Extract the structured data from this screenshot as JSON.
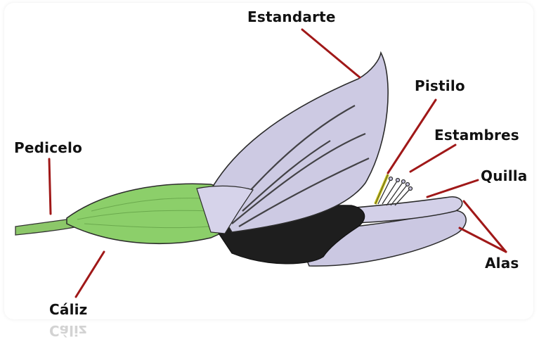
{
  "labels": {
    "estandarte": "Estandarte",
    "pistilo": "Pistilo",
    "estambres": "Estambres",
    "quilla": "Quilla",
    "pedicelo": "Pedicelo",
    "alas": "Alas",
    "caliz": "Cáliz"
  },
  "colors": {
    "calyx_green": "#7fc25a",
    "petal_lavender": "#c9c6e0",
    "keel_dark": "#1c1c1c",
    "leader_line": "#a01818",
    "pistil_yellow": "#d8d020"
  }
}
